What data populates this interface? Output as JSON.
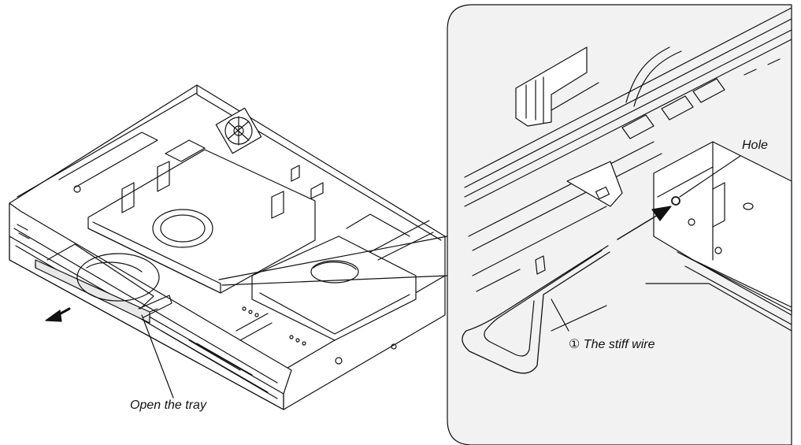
{
  "labels": {
    "open_tray": "Open the tray",
    "hole": "Hole",
    "wire_number": "①",
    "wire_text": "The stiff wire"
  },
  "colors": {
    "line": "#111111",
    "panel_bg": "#f2f2f2",
    "background": "#ffffff"
  }
}
